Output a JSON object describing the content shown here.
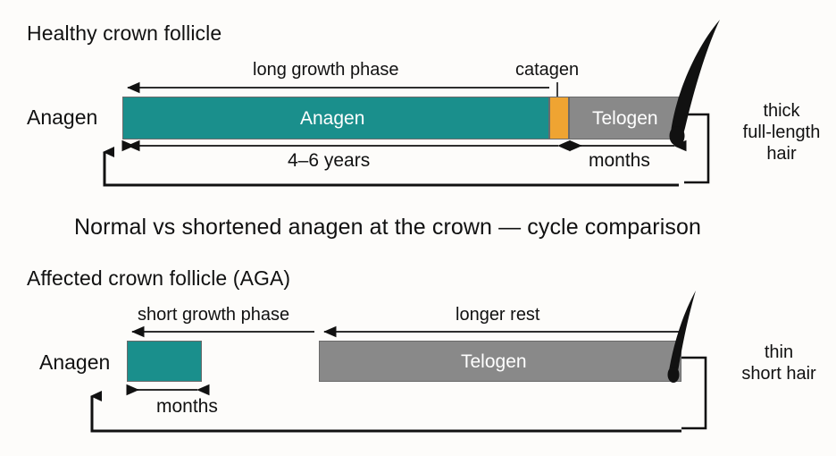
{
  "main_title": "Normal vs shortened anagen at the crown — cycle comparison",
  "colors": {
    "anagen": "#1a8f8c",
    "catagen": "#efa432",
    "telogen": "#898989",
    "hair": "#111111",
    "background": "#fdfcfa",
    "text": "#111111"
  },
  "panels": [
    {
      "id": "healthy",
      "title": "Healthy crown follicle",
      "row_label": "Anagen",
      "phase_top_labels": [
        "long growth phase",
        "catagen"
      ],
      "bars": [
        {
          "name": "Anagen",
          "label": "Anagen",
          "color_key": "anagen"
        },
        {
          "name": "Catagen",
          "label": "",
          "color_key": "catagen"
        },
        {
          "name": "Telogen",
          "label": "Telogen",
          "color_key": "telogen"
        }
      ],
      "duration_labels": [
        "4–6 years",
        "months"
      ],
      "outcome": "thick\nfull-length\nhair",
      "outcome_lines": [
        "thick",
        "full-length",
        "hair"
      ]
    },
    {
      "id": "affected",
      "title": "Affected crown follicle (AGA)",
      "row_label": "Anagen",
      "phase_top_labels": [
        "short growth phase",
        "longer rest"
      ],
      "bars": [
        {
          "name": "Anagen",
          "label": "",
          "color_key": "anagen"
        },
        {
          "name": "Telogen",
          "label": "Telogen",
          "color_key": "telogen"
        }
      ],
      "duration_labels": [
        "months"
      ],
      "outcome_lines": [
        "thin",
        "short hair"
      ]
    }
  ],
  "chart_data": {
    "type": "bar",
    "title": "Normal vs shortened anagen at the crown — cycle comparison",
    "series": [
      {
        "name": "Healthy crown follicle",
        "segments": [
          {
            "phase": "Anagen",
            "duration_text": "4–6 years",
            "relative_length": 478,
            "color": "#1a8f8c"
          },
          {
            "phase": "Catagen",
            "duration_text": "",
            "relative_length": 22,
            "color": "#efa432"
          },
          {
            "phase": "Telogen",
            "duration_text": "months",
            "relative_length": 123,
            "color": "#898989"
          }
        ],
        "outcome": "thick full-length hair"
      },
      {
        "name": "Affected crown follicle (AGA)",
        "segments": [
          {
            "phase": "Anagen",
            "duration_text": "months",
            "relative_length": 84,
            "color": "#1a8f8c"
          },
          {
            "phase": "Telogen",
            "duration_text": "longer rest",
            "relative_length": 406,
            "color": "#898989"
          }
        ],
        "outcome": "thin short hair"
      }
    ],
    "xlabel": "",
    "ylabel": "",
    "legend": [
      "Anagen",
      "Catagen",
      "Telogen"
    ]
  }
}
